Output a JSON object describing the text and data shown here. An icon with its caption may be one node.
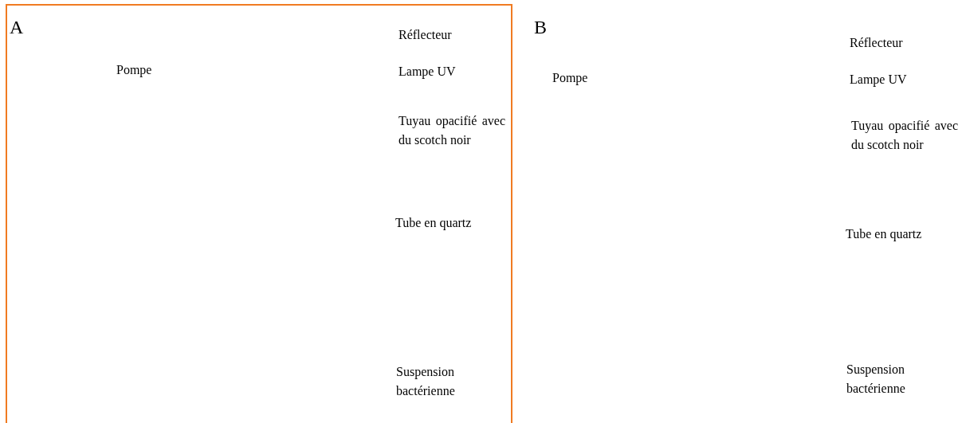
{
  "diagram": {
    "nodes": [
      {
        "text": [
          "A"
        ]
      }
    ],
    "labels": [
      "Réflecteur",
      "Pompe",
      "Lampe UV",
      "Tuyau opacifié avec du scotch noir",
      "Tube en quartz",
      "Suspension bactérienne",
      "B",
      "Réflecteur",
      "Pompe",
      "Lampe UV",
      "Tuyau opacifié avec du scotch noir",
      "Tube en quartz",
      "Suspension bactérienne"
    ]
  }
}
